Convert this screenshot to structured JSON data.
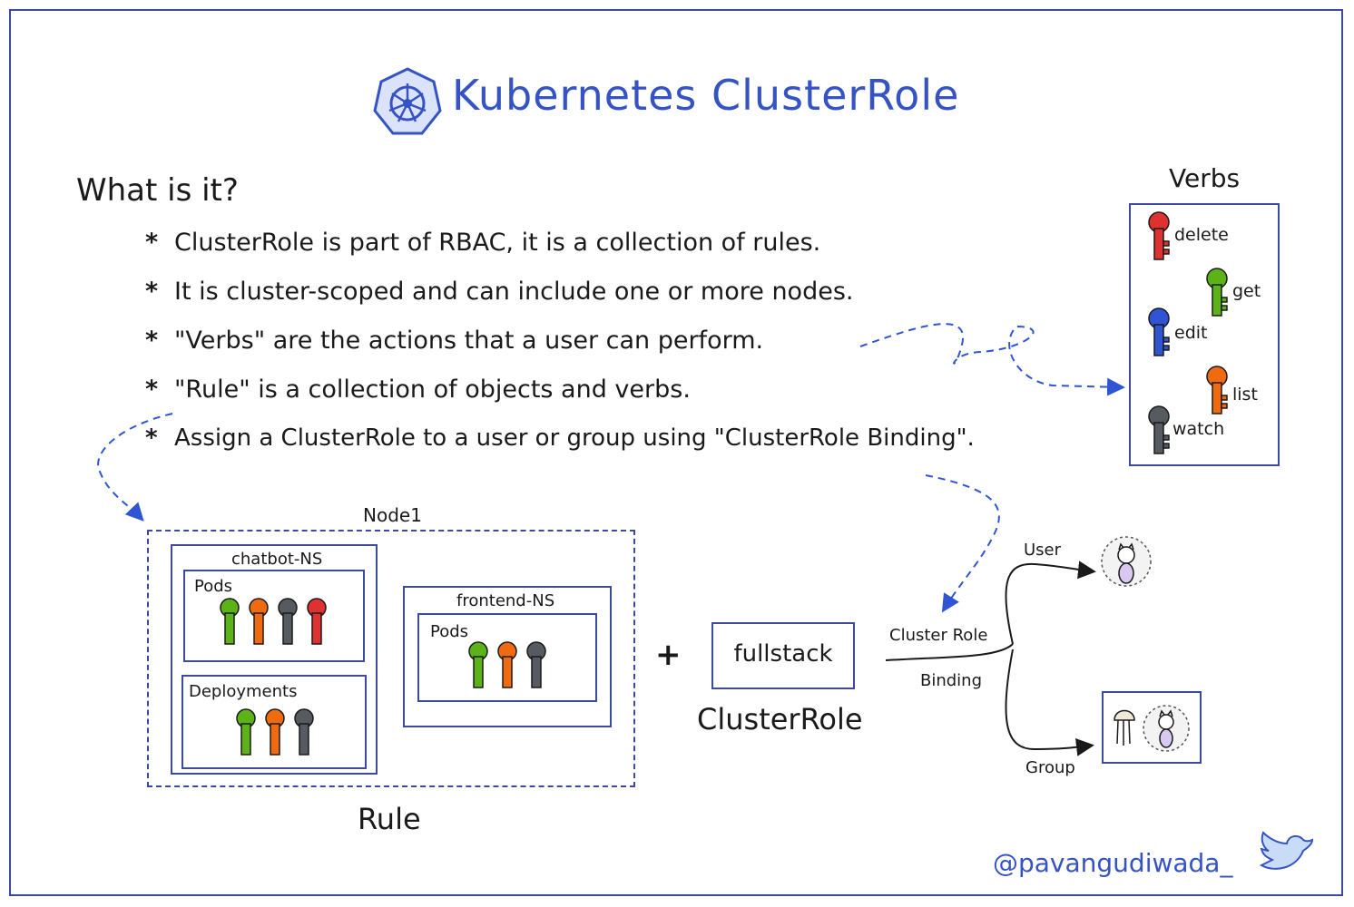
{
  "title": "Kubernetes ClusterRole",
  "heading": "What is it?",
  "bullets": [
    "ClusterRole is part of RBAC, it is a collection of rules.",
    "It is cluster-scoped and can include one or more nodes.",
    "\"Verbs\" are the actions that a user can perform.",
    "\"Rule\" is a collection of objects and verbs.",
    "Assign a ClusterRole to a user or group using \"ClusterRole Binding\"."
  ],
  "verbs": {
    "title": "Verbs",
    "items": [
      {
        "label": "delete",
        "color": "#e03131"
      },
      {
        "label": "get",
        "color": "#5bb318"
      },
      {
        "label": "edit",
        "color": "#2f55d4"
      },
      {
        "label": "list",
        "color": "#f06a10"
      },
      {
        "label": "watch",
        "color": "#555b60"
      }
    ]
  },
  "rule": {
    "node_label": "Node1",
    "caption": "Rule",
    "chatbot_ns": "chatbot-NS",
    "frontend_ns": "frontend-NS",
    "pods_label": "Pods",
    "deployments_label": "Deployments"
  },
  "plus": "+",
  "clusterrole": {
    "name": "fullstack",
    "caption": "ClusterRole"
  },
  "binding": {
    "line1": "Cluster Role",
    "line2": "Binding",
    "user": "User",
    "group": "Group"
  },
  "handle": "@pavangudiwada_"
}
